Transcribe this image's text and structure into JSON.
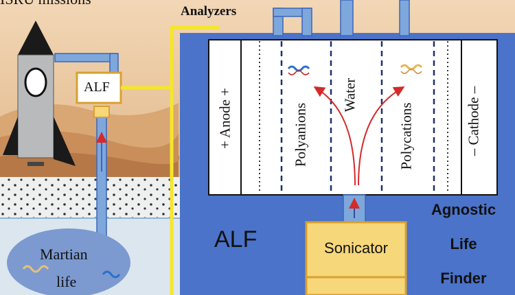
{
  "header": {
    "isru_text": "ISRU missions",
    "analyzers_label": "Analyzers"
  },
  "rocket": {
    "alf_box_label": "ALF"
  },
  "chamber": {
    "anode_label": "+ Anode +",
    "polyanions_label": "Polyanions",
    "water_label": "Water",
    "polycations_label": "Polycations",
    "cathode_label": "– Cathode –"
  },
  "bottom": {
    "alf_big_label": "ALF",
    "sonicator_label": "Sonicator",
    "acronym_line1": "Agnostic",
    "acronym_line2": "Life",
    "acronym_line3": "Finder",
    "martian_line1": "Martian",
    "martian_line2": "life"
  },
  "colors": {
    "device_blue": "#4a73c9",
    "sky_orange": "#e9c9a3",
    "sonicator_fill": "#f6d77a",
    "connector_yellow": "#f5e62a",
    "arrow_red": "#d42a2a"
  }
}
